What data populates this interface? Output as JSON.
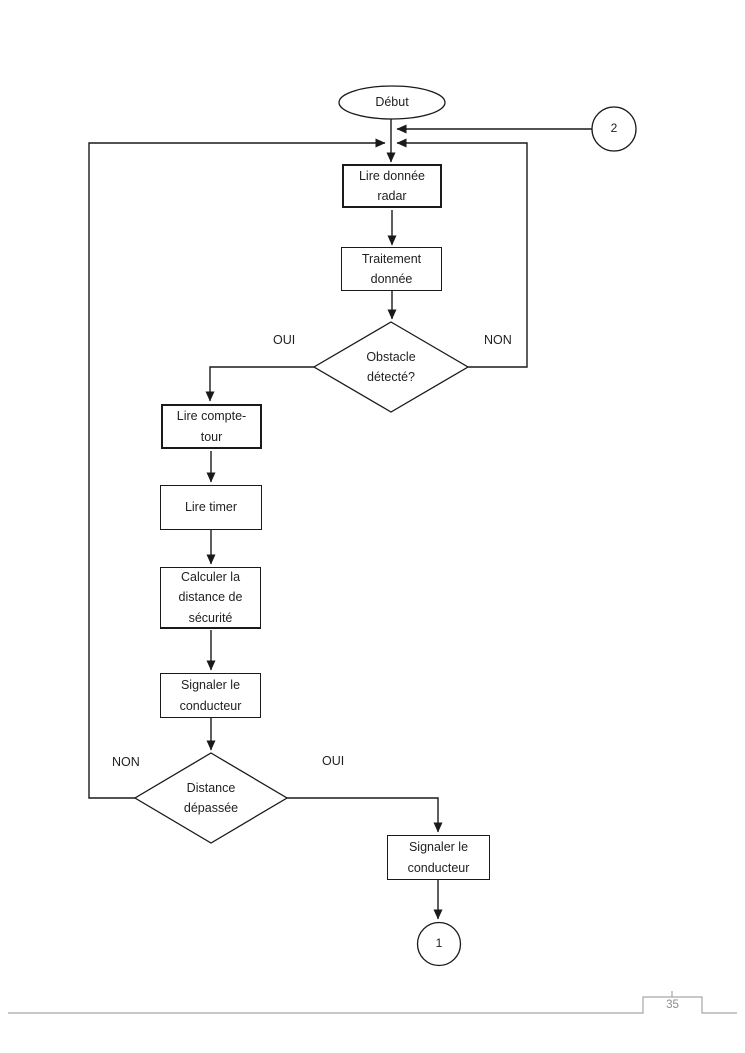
{
  "page": {
    "number": "35"
  },
  "flowchart": {
    "start_label": "Début",
    "connector_top_right": "2",
    "connector_bottom": "1",
    "nodes": {
      "lire_donnee_radar": "Lire donnée\nradar",
      "traitement_donnee": "Traitement\ndonnée",
      "obstacle_detecte": "Obstacle\ndétecté?",
      "lire_compte_tour": "Lire compte-\ntour",
      "lire_timer": "Lire timer",
      "calculer_distance": "Calculer la\ndistance de\nsécurité",
      "signaler_conducteur_gauche": "Signaler le\nconducteur",
      "distance_depassee": "Distance\ndépassée",
      "signaler_conducteur_droite": "Signaler le\nconducteur"
    },
    "branch_labels": {
      "obstacle_oui": "OUI",
      "obstacle_non": "NON",
      "distance_non": "NON",
      "distance_oui": "OUI"
    },
    "colors": {
      "line": "#1a1a1a",
      "text": "#1f1f1f",
      "footer_line": "#a6a6a6",
      "footer_text": "#8c8c8c"
    }
  }
}
